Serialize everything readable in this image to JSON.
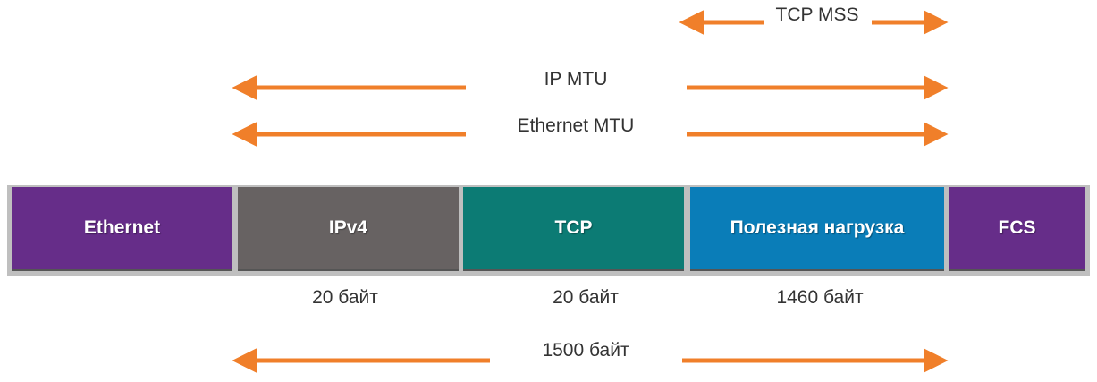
{
  "top": {
    "tcp_mss": "TCP MSS",
    "ip_mtu": "IP MTU",
    "ethernet_mtu": "Ethernet MTU"
  },
  "frame": {
    "segments": [
      {
        "label": "Ethernet",
        "color": "#662d89"
      },
      {
        "label": "IPv4",
        "color": "#676262"
      },
      {
        "label": "TCP",
        "color": "#0c7b74"
      },
      {
        "label": "Полезная нагрузка",
        "color": "#0a7db8"
      },
      {
        "label": "FCS",
        "color": "#662d89"
      }
    ]
  },
  "sizes": {
    "ipv4": "20 байт",
    "tcp": "20 байт",
    "payload": "1460 байт",
    "total": "1500 байт"
  },
  "colors": {
    "arrow": "#f07f2a",
    "frame_border": "#bfbfbf",
    "text": "#333333"
  }
}
